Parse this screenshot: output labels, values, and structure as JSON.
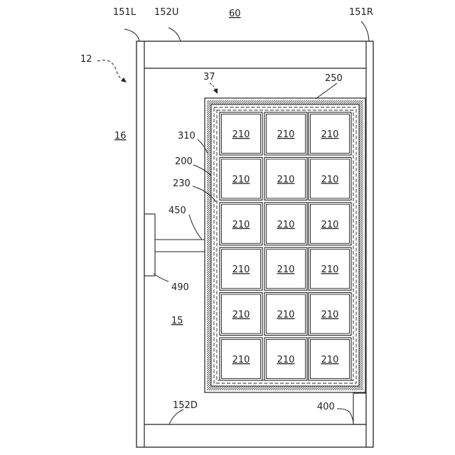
{
  "labels": {
    "fig_number": "12",
    "housing_left": "151L",
    "housing_top": "152U",
    "enclosure": "60",
    "housing_right": "151R",
    "interior": "16",
    "frame_ref": "37",
    "frame_outer": "250",
    "layer_310": "310",
    "layer_200": "200",
    "layer_230": "230",
    "arm": "450",
    "mount": "490",
    "chamber": "15",
    "housing_bottom": "152D",
    "base_block": "400"
  },
  "cells": {
    "rows": 6,
    "cols": 3,
    "label": "210"
  },
  "colors": {
    "line": "#222222",
    "background": "#ffffff"
  }
}
